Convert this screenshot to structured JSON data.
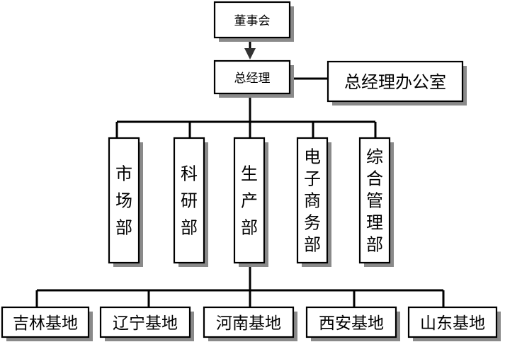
{
  "nodes": {
    "board": "董事会",
    "gm": "总经理",
    "gm_office": "总经理办公室",
    "departments": [
      "市场部",
      "科研部",
      "生产部",
      "电子商务部",
      "综合管理部"
    ],
    "bases": [
      "吉林基地",
      "辽宁基地",
      "河南基地",
      "西安基地",
      "山东基地"
    ]
  }
}
